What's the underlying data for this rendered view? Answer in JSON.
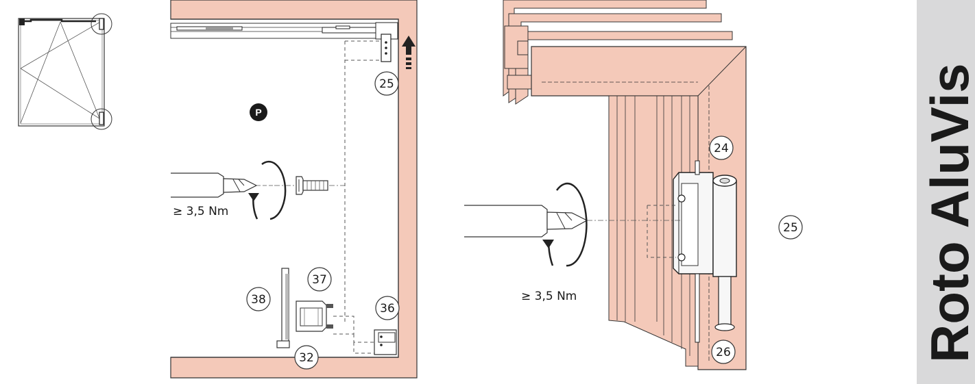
{
  "brand": {
    "label": "Roto AluVis"
  },
  "callouts": {
    "n25_top": "25",
    "n36": "36",
    "n37": "37",
    "n38": "38",
    "n32": "32",
    "n24": "24",
    "n25_right": "25",
    "n26": "26"
  },
  "marker_p": "P",
  "torque": {
    "left": "≥ 3,5 Nm",
    "right": "≥ 3,5 Nm"
  },
  "colors": {
    "frame": "#f4c9b9",
    "frame_stroke": "#3a3a3a",
    "brand_bar": "#d9d9da",
    "hinge_light": "#f7f7f7",
    "hinge_shade": "#cfcfcf"
  }
}
